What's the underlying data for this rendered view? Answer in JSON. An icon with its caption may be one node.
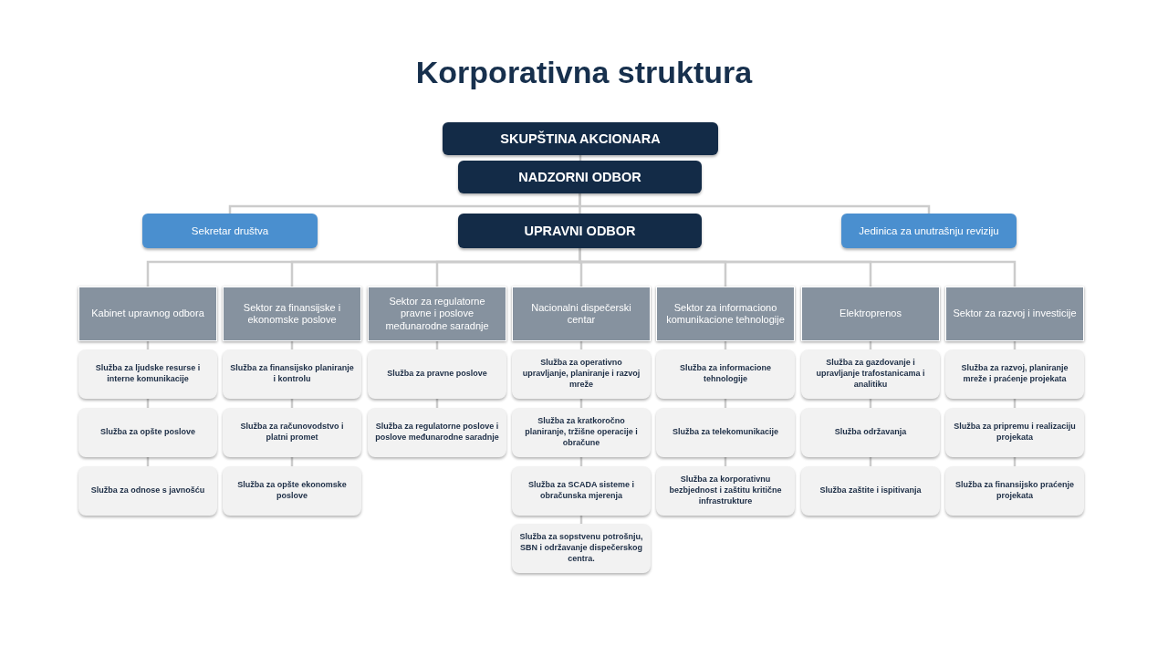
{
  "diagram": {
    "title": "Korporativna struktura",
    "nodes": [
      {
        "text": [
          "SKUPŠTINA AKCIONARA"
        ]
      },
      {
        "text": [
          "NADZORNI ODBOR"
        ]
      },
      {
        "text": [
          "Sekretar društva"
        ]
      },
      {
        "text": [
          "UPRAVNI ODBOR"
        ]
      },
      {
        "text": [
          "Jedinica za unutrašnju reviziju"
        ]
      },
      {
        "text": [
          "Kabinet upravnog odbora"
        ]
      },
      {
        "text": [
          "Sektor za finansijske i ekonomske poslove"
        ]
      },
      {
        "text": [
          "Sektor za regulatorne pravne i poslove međunarodne saradnje"
        ]
      },
      {
        "text": [
          "Nacionalni dispečerski centar"
        ]
      },
      {
        "text": [
          "Sektor za informaciono komunikacione tehnologije"
        ]
      },
      {
        "text": [
          "Elektroprenos"
        ]
      },
      {
        "text": [
          "Sektor za razvoj i investicije"
        ]
      },
      {
        "text": [
          "Služba za ljudske resurse i interne komunikacije"
        ]
      },
      {
        "text": [
          "Služba za opšte poslove"
        ]
      },
      {
        "text": [
          "Služba za odnose s javnošću"
        ]
      },
      {
        "text": [
          "Služba za finansijsko planiranje i kontrolu"
        ]
      },
      {
        "text": [
          "Služba za računovodstvo i platni promet"
        ]
      },
      {
        "text": [
          "Služba za opšte ekonomske poslove"
        ]
      },
      {
        "text": [
          "Služba za pravne poslove"
        ]
      },
      {
        "text": [
          "Služba za regulatorne poslove i poslove međunarodne saradnje"
        ]
      },
      {
        "text": [
          "Služba za operativno upravljanje, planiranje i razvoj mreže"
        ]
      },
      {
        "text": [
          "Služba za kratkoročno planiranje, tržišne operacije i obračune"
        ]
      },
      {
        "text": [
          "Služba za SCADA sisteme i obračunska mjerenja"
        ]
      },
      {
        "text": [
          "Služba za sopstvenu potrošnju, SBN i održavanje dispečerskog centra."
        ]
      },
      {
        "text": [
          "Služba za informacione tehnologije"
        ]
      },
      {
        "text": [
          "Služba za telekomunikacije"
        ]
      },
      {
        "text": [
          "Služba za korporativnu bezbjednost i zaštitu kritične infrastrukture"
        ]
      },
      {
        "text": [
          "Služba za gazdovanje i upravljanje trafostanicama i analitiku"
        ]
      },
      {
        "text": [
          "Služba održavanja"
        ]
      },
      {
        "text": [
          "Služba zaštite i ispitivanja"
        ]
      },
      {
        "text": [
          "Služba za razvoj, planiranje mreže i praćenje projekata"
        ]
      },
      {
        "text": [
          "Služba za pripremu i realizaciju projekata"
        ]
      },
      {
        "text": [
          "Služba za finansijsko praćenje projekata"
        ]
      }
    ],
    "edges": [
      {
        "from": 0,
        "to": 1,
        "arrow": "none"
      },
      {
        "from": 1,
        "to": 2,
        "arrow": "none"
      },
      {
        "from": 1,
        "to": 3,
        "arrow": "none"
      },
      {
        "from": 1,
        "to": 4,
        "arrow": "none"
      },
      {
        "from": 3,
        "to": 5,
        "arrow": "none"
      },
      {
        "from": 3,
        "to": 6,
        "arrow": "none"
      },
      {
        "from": 3,
        "to": 7,
        "arrow": "none"
      },
      {
        "from": 3,
        "to": 8,
        "arrow": "none"
      },
      {
        "from": 3,
        "to": 9,
        "arrow": "none"
      },
      {
        "from": 3,
        "to": 10,
        "arrow": "none"
      },
      {
        "from": 3,
        "to": 11,
        "arrow": "none"
      },
      {
        "from": 5,
        "to": 12,
        "arrow": "none"
      },
      {
        "from": 12,
        "to": 13,
        "arrow": "none"
      },
      {
        "from": 13,
        "to": 14,
        "arrow": "none"
      },
      {
        "from": 6,
        "to": 15,
        "arrow": "none"
      },
      {
        "from": 15,
        "to": 16,
        "arrow": "none"
      },
      {
        "from": 16,
        "to": 17,
        "arrow": "none"
      },
      {
        "from": 7,
        "to": 18,
        "arrow": "none"
      },
      {
        "from": 18,
        "to": 19,
        "arrow": "none"
      },
      {
        "from": 8,
        "to": 20,
        "arrow": "none"
      },
      {
        "from": 20,
        "to": 21,
        "arrow": "none"
      },
      {
        "from": 21,
        "to": 22,
        "arrow": "none"
      },
      {
        "from": 22,
        "to": 23,
        "arrow": "none"
      },
      {
        "from": 9,
        "to": 24,
        "arrow": "none"
      },
      {
        "from": 24,
        "to": 25,
        "arrow": "none"
      },
      {
        "from": 25,
        "to": 26,
        "arrow": "none"
      },
      {
        "from": 10,
        "to": 27,
        "arrow": "none"
      },
      {
        "from": 27,
        "to": 28,
        "arrow": "none"
      },
      {
        "from": 28,
        "to": 29,
        "arrow": "none"
      },
      {
        "from": 11,
        "to": 30,
        "arrow": "none"
      },
      {
        "from": 30,
        "to": 31,
        "arrow": "none"
      },
      {
        "from": 31,
        "to": 32,
        "arrow": "none"
      }
    ]
  }
}
